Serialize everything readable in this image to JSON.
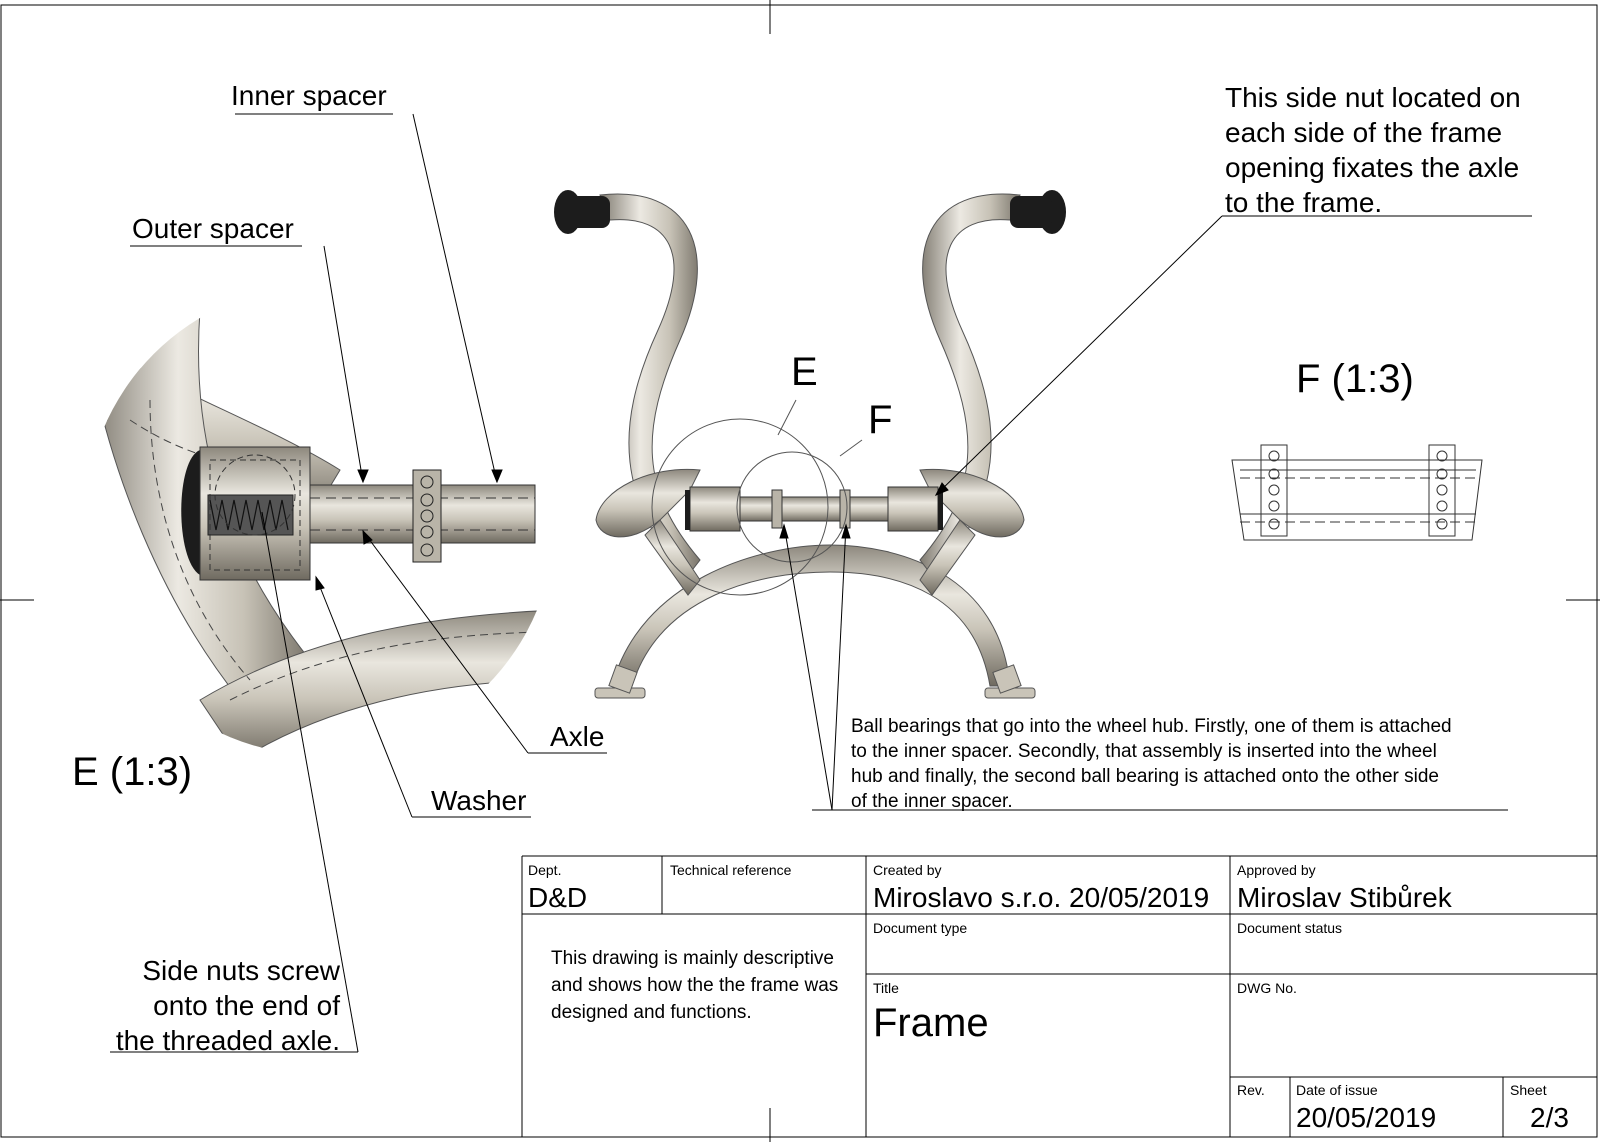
{
  "labels": {
    "inner_spacer": "Inner spacer",
    "outer_spacer": "Outer spacer",
    "axle": "Axle",
    "washer": "Washer",
    "side_nuts": [
      "Side nuts screw",
      "onto the end of",
      "the threaded axle."
    ],
    "side_nut_note": [
      "This side nut located on",
      "each side of the frame",
      "opening fixates the axle",
      "to the frame."
    ],
    "ball_bearings_note": [
      "Ball bearings that go into the wheel hub. Firstly, one of them is attached",
      "to the inner spacer. Secondly, that assembly is inserted into the wheel",
      "hub and finally, the second ball bearing is attached onto the other side",
      "of the inner spacer."
    ]
  },
  "views": {
    "detail_e_callout": "E",
    "detail_f_callout": "F",
    "detail_e_title": "E (1:3)",
    "detail_f_title": "F (1:3)"
  },
  "title_block": {
    "dept_label": "Dept.",
    "dept_value": "D&D",
    "tech_ref_label": "Technical reference",
    "tech_ref_value": "",
    "created_by_label": "Created by",
    "created_by_value": "Miroslavo s.r.o. 20/05/2019",
    "approved_by_label": "Approved by",
    "approved_by_value": "Miroslav Stibůrek",
    "description": "This drawing is mainly descriptive and shows how the the frame was designed and functions.",
    "doc_type_label": "Document type",
    "doc_type_value": "",
    "doc_status_label": "Document status",
    "doc_status_value": "",
    "title_label": "Title",
    "title_value": "Frame",
    "dwg_no_label": "DWG No.",
    "dwg_no_value": "",
    "rev_label": "Rev.",
    "rev_value": "",
    "date_label": "Date of issue",
    "date_value": "20/05/2019",
    "sheet_label": "Sheet",
    "sheet_value": "2/3"
  },
  "colors": {
    "metal": "#c9c4b8",
    "metal_dark": "#8d887d",
    "rubber": "#1c1c1c",
    "line": "#000000"
  }
}
